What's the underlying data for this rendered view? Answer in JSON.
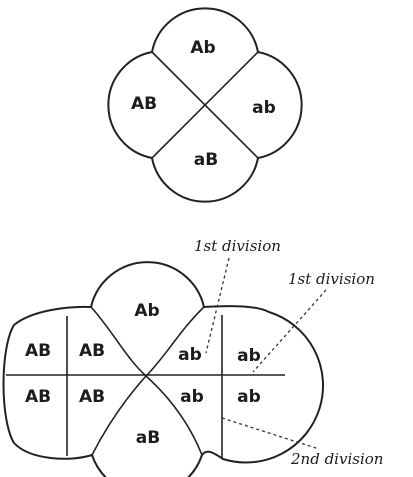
{
  "top_figure": {
    "labels": {
      "top": "Ab",
      "left": "AB",
      "right": "ab",
      "bottom": "aB"
    }
  },
  "bottom_figure": {
    "labels": {
      "top": "Ab",
      "bottom": "aB",
      "left_upper_outer": "AB",
      "left_upper_inner": "AB",
      "left_lower_outer": "AB",
      "left_lower_inner": "AB",
      "right_upper_inner": "ab",
      "right_upper_outer": "ab",
      "right_lower_inner": "ab",
      "right_lower_outer": "ab"
    },
    "annotations": {
      "first_division_left": "1st division",
      "first_division_right": "1st division",
      "second_division": "2nd division"
    }
  }
}
